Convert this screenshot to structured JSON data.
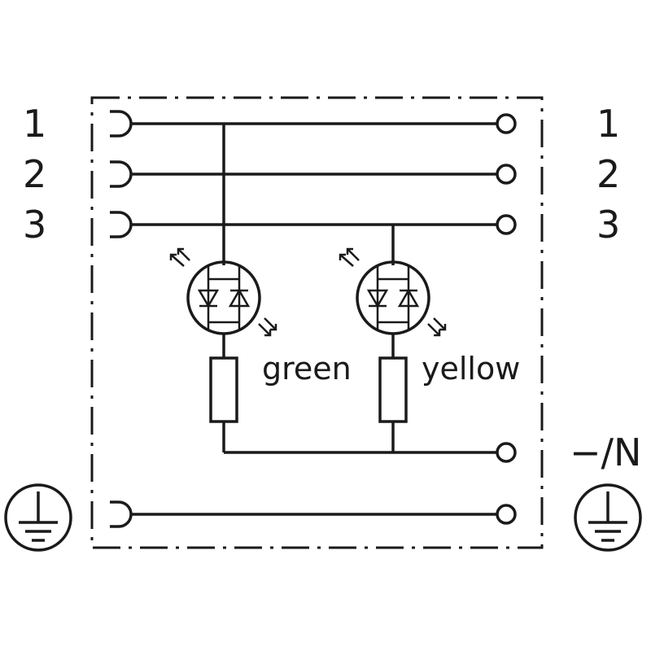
{
  "diagram": {
    "left_pins": [
      "1",
      "2",
      "3"
    ],
    "right_pins": [
      "1",
      "2",
      "3"
    ],
    "led_labels": {
      "green": "green",
      "yellow": "yellow"
    },
    "neutral_label": "−/N",
    "icons": {
      "socket": "socket-contact-icon",
      "terminal": "terminal-circle-icon",
      "led": "bicolor-led-icon",
      "resistor": "resistor-icon",
      "ground": "protective-earth-icon"
    }
  }
}
